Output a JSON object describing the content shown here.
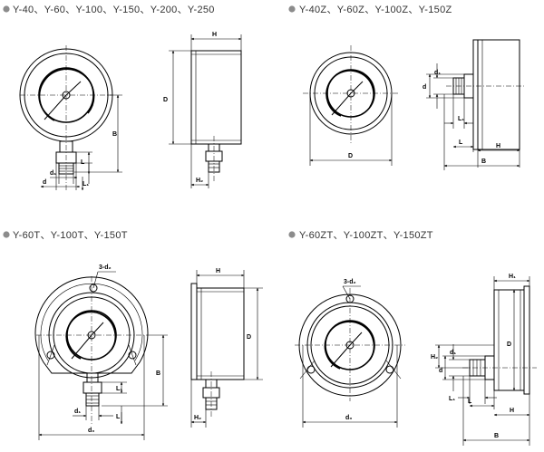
{
  "sections": [
    {
      "title": "Y-40、Y-60、Y-100、Y-150、Y-200、Y-250",
      "labels": {
        "front": [
          "d",
          "d₁",
          "L",
          "L₁",
          "B"
        ],
        "side": [
          "H",
          "D",
          "H₂"
        ]
      }
    },
    {
      "title": "Y-40Z、Y-60Z、Y-100Z、Y-150Z",
      "labels": {
        "front": [
          "D"
        ],
        "side": [
          "d₁",
          "d",
          "L₁",
          "L",
          "H",
          "B"
        ]
      }
    },
    {
      "title": "Y-60T、Y-100T、Y-150T",
      "labels": {
        "front": [
          "3-d₂",
          "B",
          "d₁",
          "L₁",
          "L",
          "d₀"
        ],
        "side": [
          "H",
          "D",
          "H₂"
        ]
      }
    },
    {
      "title": "Y-60ZT、Y-100ZT、Y-150ZT",
      "labels": {
        "front": [
          "3-d₂",
          "d₀"
        ],
        "side": [
          "H₁",
          "H₂",
          "d₁",
          "d",
          "D",
          "L₁",
          "L",
          "H",
          "B"
        ]
      }
    }
  ],
  "bullet_color": "#8c8c8c"
}
